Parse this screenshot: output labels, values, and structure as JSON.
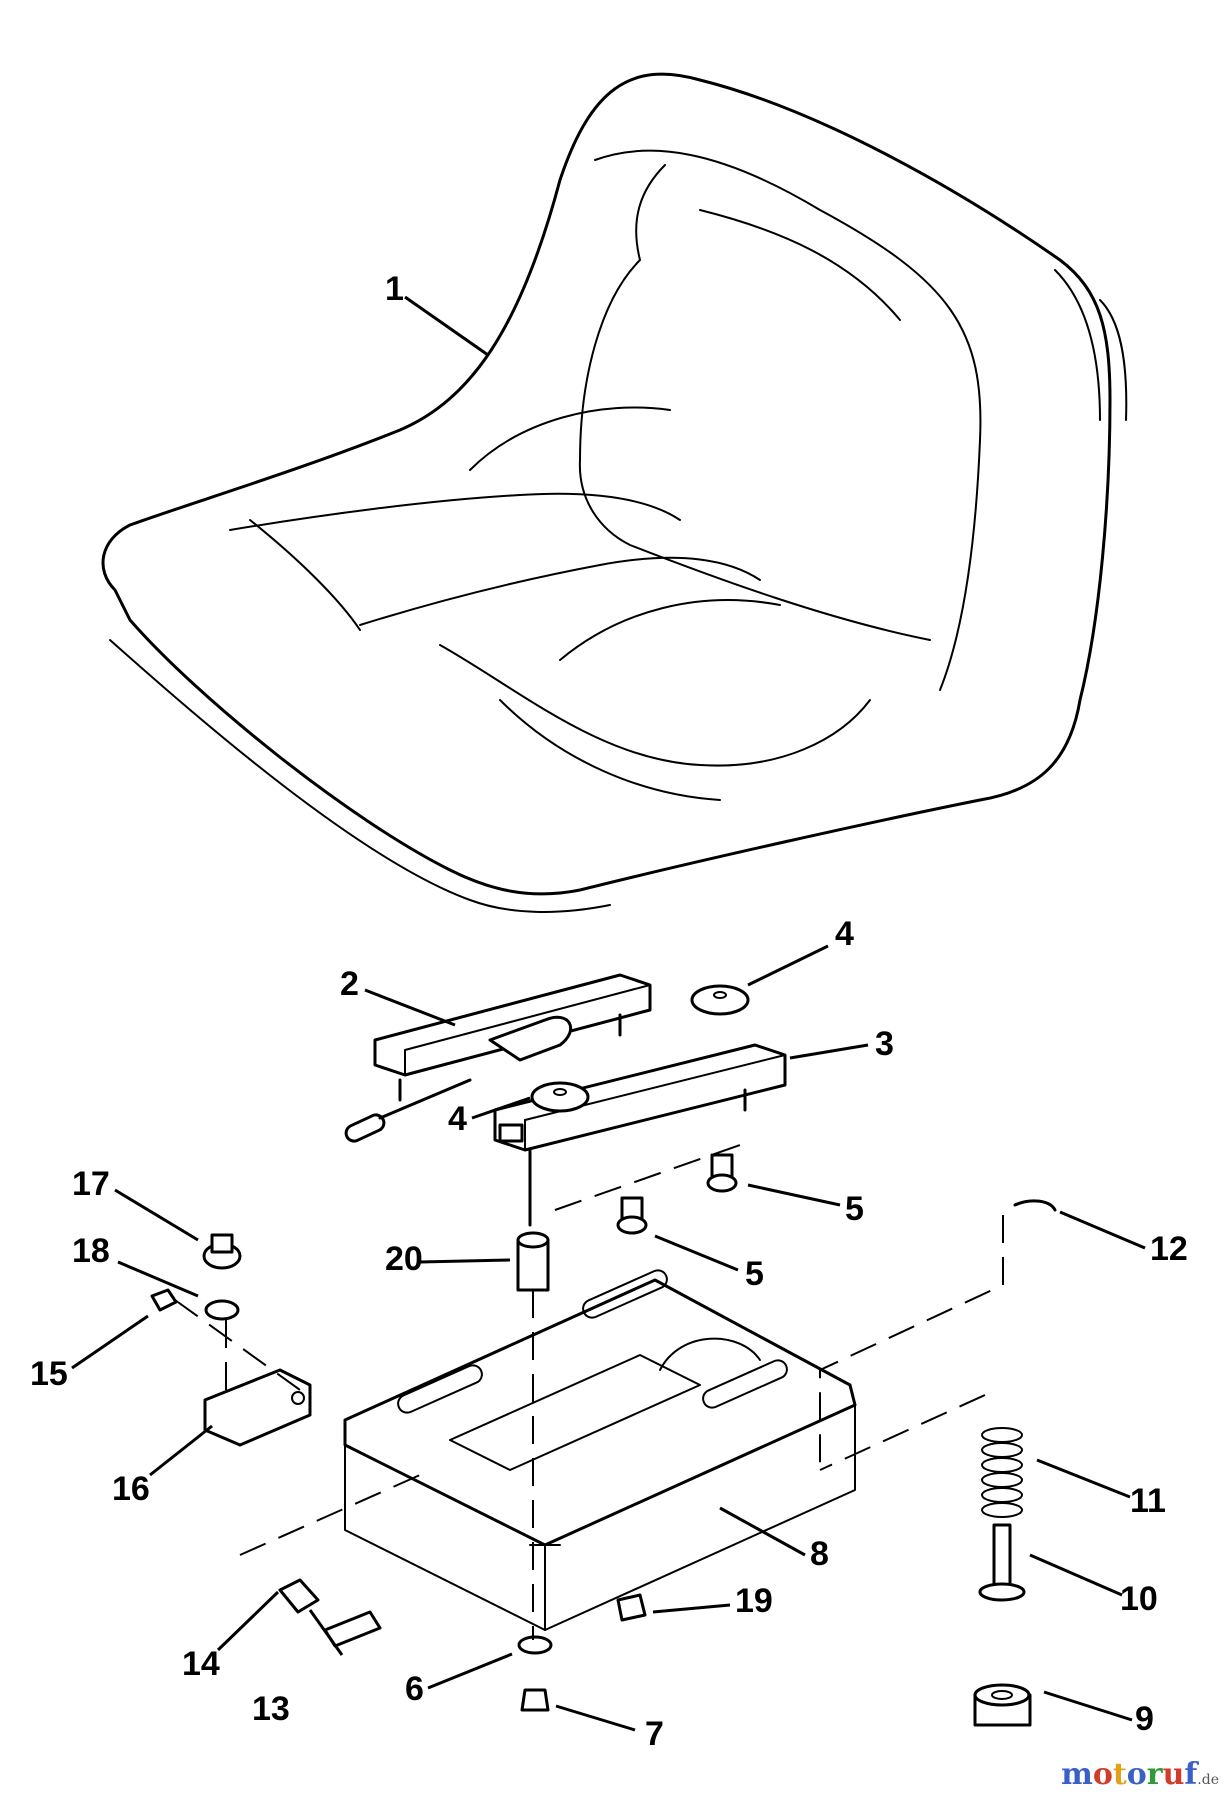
{
  "callouts": [
    {
      "id": "callout-1",
      "label": "1"
    },
    {
      "id": "callout-2",
      "label": "2"
    },
    {
      "id": "callout-3",
      "label": "3"
    },
    {
      "id": "callout-4a",
      "label": "4"
    },
    {
      "id": "callout-4b",
      "label": "4"
    },
    {
      "id": "callout-5a",
      "label": "5"
    },
    {
      "id": "callout-5b",
      "label": "5"
    },
    {
      "id": "callout-6",
      "label": "6"
    },
    {
      "id": "callout-7",
      "label": "7"
    },
    {
      "id": "callout-8",
      "label": "8"
    },
    {
      "id": "callout-9",
      "label": "9"
    },
    {
      "id": "callout-10",
      "label": "10"
    },
    {
      "id": "callout-11",
      "label": "11"
    },
    {
      "id": "callout-12",
      "label": "12"
    },
    {
      "id": "callout-13",
      "label": "13"
    },
    {
      "id": "callout-14",
      "label": "14"
    },
    {
      "id": "callout-15",
      "label": "15"
    },
    {
      "id": "callout-16",
      "label": "16"
    },
    {
      "id": "callout-17",
      "label": "17"
    },
    {
      "id": "callout-18",
      "label": "18"
    },
    {
      "id": "callout-19",
      "label": "19"
    },
    {
      "id": "callout-20",
      "label": "20"
    }
  ],
  "watermark": {
    "text": "motoruf",
    "suffix": ".de",
    "letter_colors": [
      "#3b5fc9",
      "#d23a2a",
      "#e0a21b",
      "#3b5fc9",
      "#2f9b3c",
      "#d23a2a",
      "#3b5fc9"
    ]
  }
}
